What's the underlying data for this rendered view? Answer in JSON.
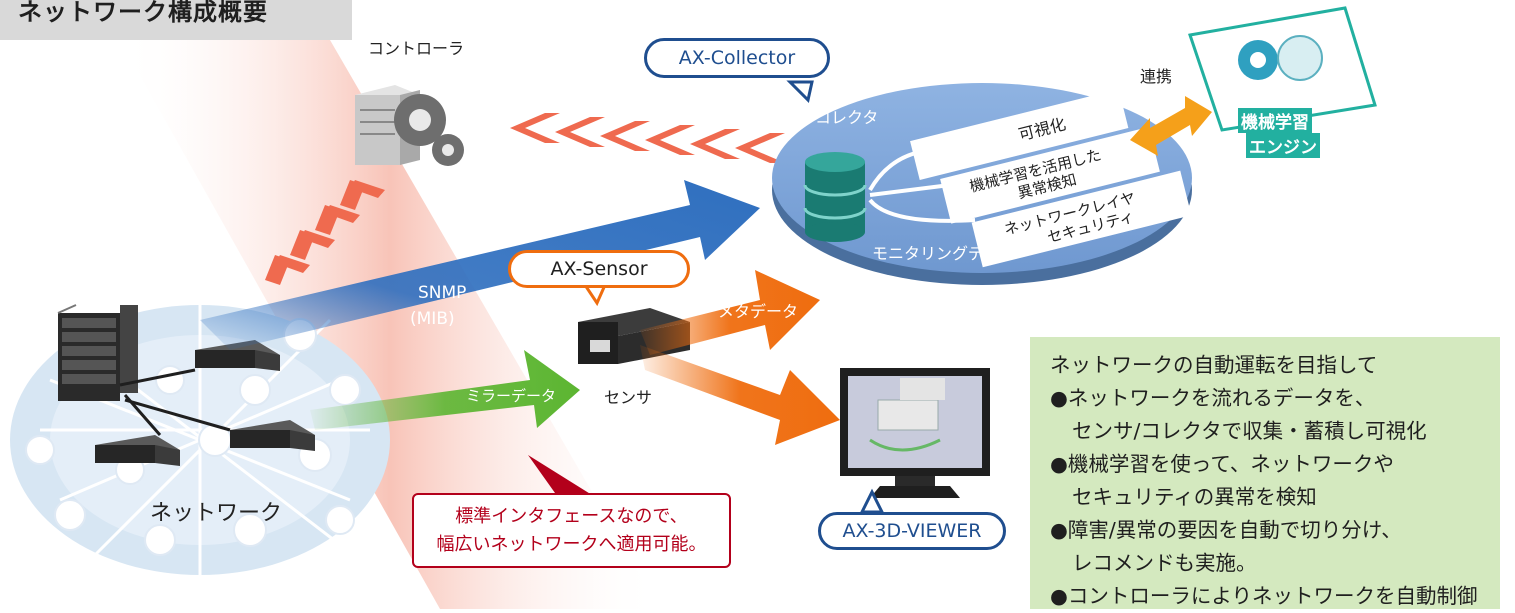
{
  "title": "ネットワーク構成概要",
  "nodes": {
    "controller": "コントローラ",
    "network": "ネットワーク",
    "sensor": "センサ",
    "collector": "コレクタ",
    "monitoring_data": "モニタリングデータ",
    "ml_engine_line1": "機械学習",
    "ml_engine_line2": "エンジン"
  },
  "products": {
    "collector": "AX-Collector",
    "sensor": "AX-Sensor",
    "viewer": "AX-3D-VIEWER"
  },
  "flows": {
    "snmp": "SNMP",
    "mib": "(MIB)",
    "mirror_data": "ミラーデータ",
    "meta_data": "メタデータ",
    "link": "連携"
  },
  "functions": {
    "visualize": "可視化",
    "anomaly_line1": "機械学習を活用した",
    "anomaly_line2": "異常検知",
    "security_line1": "ネットワークレイヤ",
    "security_line2": "セキュリティ"
  },
  "notice": {
    "line1": "標準インタフェースなので、",
    "line2": "幅広いネットワークへ適用可能。"
  },
  "summary": {
    "heading": "ネットワークの自動運転を目指して",
    "items": [
      "●ネットワークを流れるデータを、",
      "センサ/コレクタで収集・蓄積し可視化",
      "●機械学習を使って、ネットワークや",
      "セキュリティの異常を検知",
      "●障害/異常の要因を自動で切り分け、",
      "レコメンドも実施。",
      "●コントローラによりネットワークを自動制御"
    ]
  },
  "colors": {
    "collector_disk": "#7fa6d8",
    "snmp_arrow": "#2f6fbf",
    "mirror_arrow": "#5cb531",
    "meta_arrow": "#ef6d0f",
    "control_chevrons": "#ef6a4f",
    "ml_engine": "#22b0a0",
    "link_arrow": "#f5a01a",
    "notice_border": "#b3001b",
    "summary_bg": "#d4e9bf"
  }
}
